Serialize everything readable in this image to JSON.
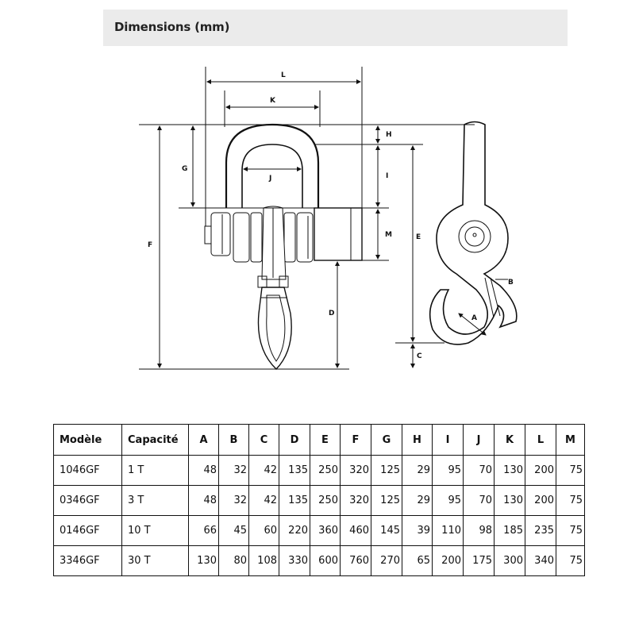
{
  "header": {
    "title": "Dimensions (mm)"
  },
  "drawing_labels": {
    "L": "L",
    "K": "K",
    "H": "H",
    "G": "G",
    "J": "J",
    "I": "I",
    "F": "F",
    "M": "M",
    "E": "E",
    "D": "D",
    "B": "B",
    "A": "A",
    "C": "C"
  },
  "table": {
    "columns": [
      "Modèle",
      "Capacité",
      "A",
      "B",
      "C",
      "D",
      "E",
      "F",
      "G",
      "H",
      "I",
      "J",
      "K",
      "L",
      "M"
    ],
    "rows": [
      [
        "1046GF",
        "1 T",
        "48",
        "32",
        "42",
        "135",
        "250",
        "320",
        "125",
        "29",
        "95",
        "70",
        "130",
        "200",
        "75"
      ],
      [
        "0346GF",
        "3 T",
        "48",
        "32",
        "42",
        "135",
        "250",
        "320",
        "125",
        "29",
        "95",
        "70",
        "130",
        "200",
        "75"
      ],
      [
        "0146GF",
        "10 T",
        "66",
        "45",
        "60",
        "220",
        "360",
        "460",
        "145",
        "39",
        "110",
        "98",
        "185",
        "235",
        "75"
      ],
      [
        "3346GF",
        "30 T",
        "130",
        "80",
        "108",
        "330",
        "600",
        "760",
        "270",
        "65",
        "200",
        "175",
        "300",
        "340",
        "75"
      ]
    ]
  }
}
